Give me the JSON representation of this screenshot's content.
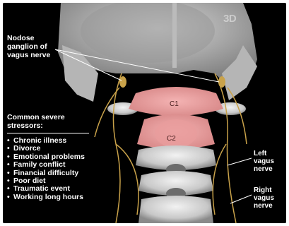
{
  "labels": {
    "nodose": [
      "Nodose",
      "ganglion of",
      "vagus nerve"
    ],
    "stressors_title": [
      "Common severe",
      "stressors:"
    ],
    "stressors": [
      "Chronic illness",
      "Divorce",
      "Emotional problems",
      "Family conflict",
      "Financial difficulty",
      "Poor diet",
      "Traumatic event",
      "Working long hours"
    ],
    "bullet": "•",
    "left_vagus": [
      "Left",
      "vagus",
      "nerve"
    ],
    "right_vagus": [
      "Right",
      "vagus",
      "nerve"
    ],
    "c1": "C1",
    "c2": "C2"
  },
  "watermark": "3D",
  "colors": {
    "background": "#000000",
    "bone": "#d9d9d9",
    "highlight": "#f2a7a7",
    "nerve": "#c9a24a"
  }
}
